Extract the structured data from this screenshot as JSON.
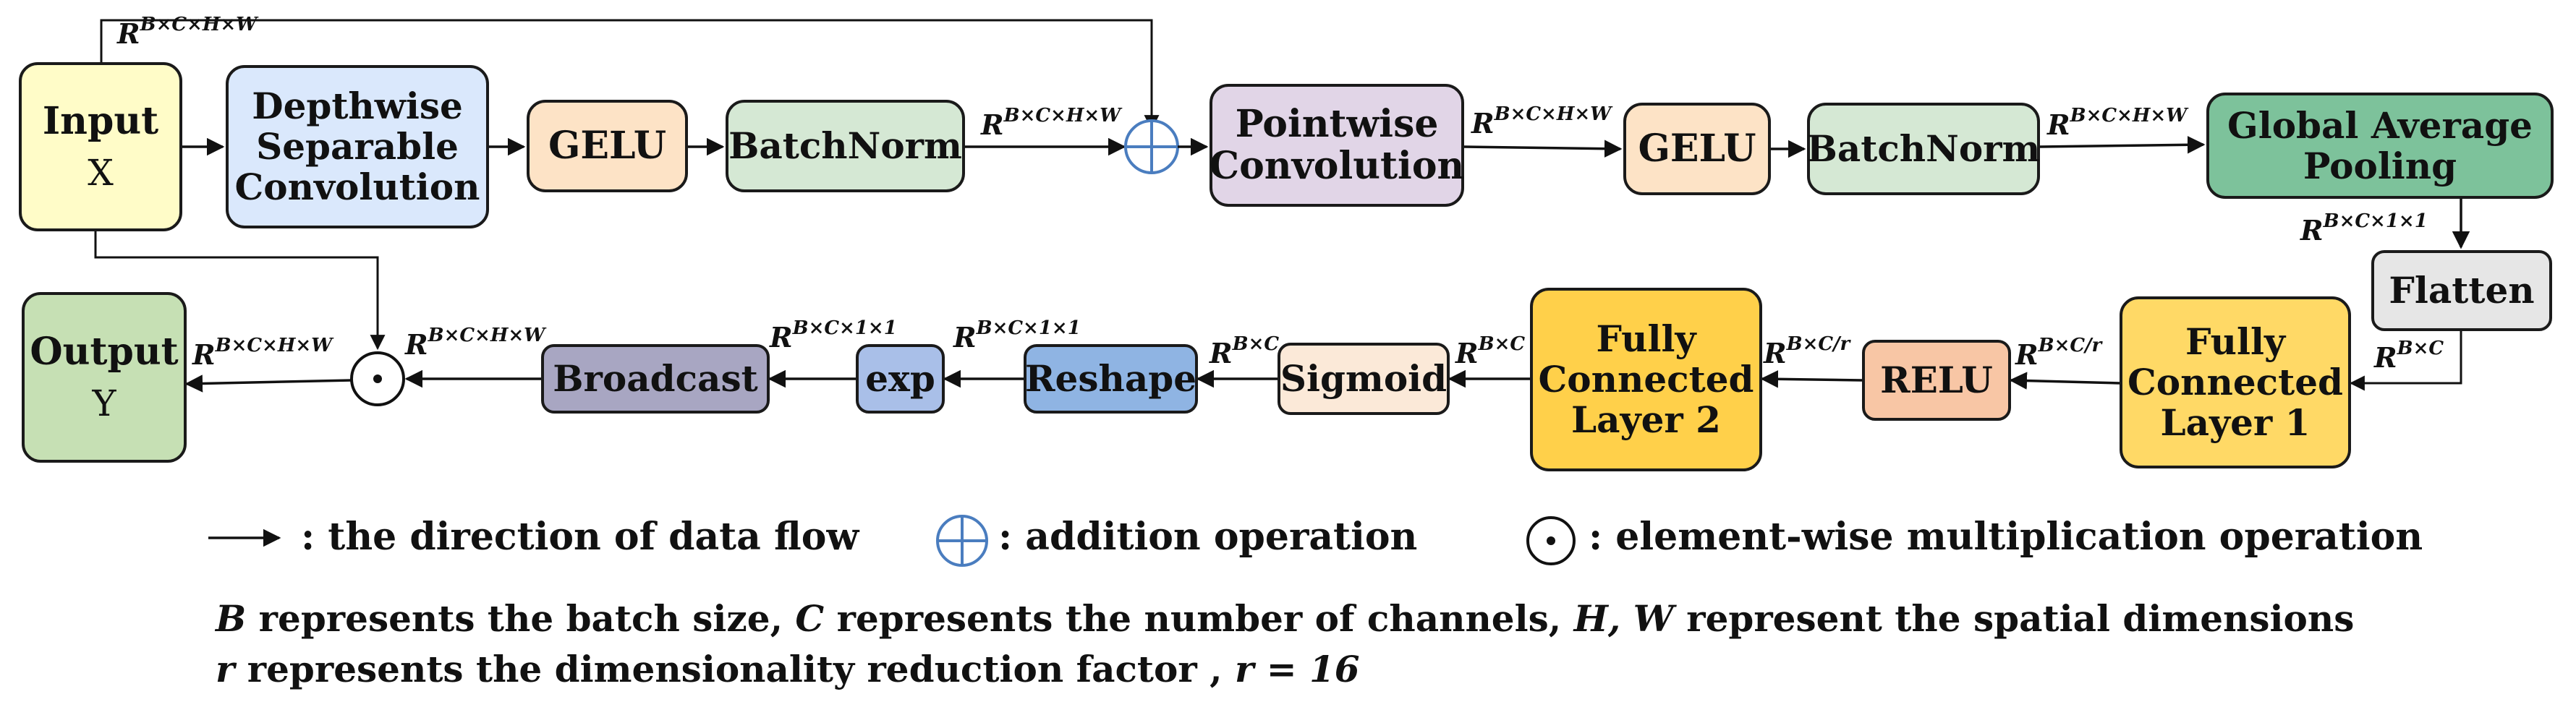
{
  "colors": {
    "input": "#fffcc8",
    "depthwise": "#dae8fc",
    "gelu": "#fde3c6",
    "batchnorm": "#d5e8d4",
    "pointwise": "#e1d5e7",
    "gap": "#7dc29b",
    "flatten": "#e6e6e6",
    "fc": "#ffd966",
    "fc2": "#ffd04a",
    "relu": "#f8c6a5",
    "sigmoid": "#fbe9d8",
    "reshape": "#8fb4e3",
    "exp": "#a9bfe8",
    "broadcast": "#a8a6c2",
    "output": "#c6e0b4",
    "plus": "#4a7dbf"
  },
  "blocks": {
    "input": {
      "label": "Input",
      "symbol": "X"
    },
    "depthwise": {
      "label": "Depthwise\nSeparable\nConvolution"
    },
    "gelu1": {
      "label": "GELU"
    },
    "batchnorm1": {
      "label": "BatchNorm"
    },
    "pointwise": {
      "label": "Pointwise\nConvolution"
    },
    "gelu2": {
      "label": "GELU"
    },
    "batchnorm2": {
      "label": "BatchNorm"
    },
    "gap": {
      "label": "Global Average\nPooling"
    },
    "flatten": {
      "label": "Flatten"
    },
    "fc1": {
      "label": "Fully\nConnected\nLayer 1"
    },
    "relu": {
      "label": "RELU"
    },
    "fc2": {
      "label": "Fully\nConnected\nLayer 2"
    },
    "sigmoid": {
      "label": "Sigmoid"
    },
    "reshape": {
      "label": "Reshape"
    },
    "exp": {
      "label": "exp"
    },
    "broadcast": {
      "label": "Broadcast"
    },
    "output": {
      "label": "Output",
      "symbol": "Y"
    }
  },
  "dims": {
    "skip": {
      "base": "R",
      "sup": "B×C×H×W"
    },
    "after_batchnorm1": {
      "base": "R",
      "sup": "B×C×H×W"
    },
    "after_pointwise": {
      "base": "R",
      "sup": "B×C×H×W"
    },
    "after_batchnorm2": {
      "base": "R",
      "sup": "B×C×H×W"
    },
    "after_gap": {
      "base": "R",
      "sup": "B×C×1×1"
    },
    "after_flatten": {
      "base": "R",
      "sup": "B×C"
    },
    "after_fc1": {
      "base": "R",
      "sup": "B×C/r"
    },
    "after_relu": {
      "base": "R",
      "sup": "B×C/r"
    },
    "after_fc2": {
      "base": "R",
      "sup": "B×C"
    },
    "after_sigmoid": {
      "base": "R",
      "sup": "B×C"
    },
    "after_reshape": {
      "base": "R",
      "sup": "B×C×1×1"
    },
    "after_exp": {
      "base": "R",
      "sup": "B×C×1×1"
    },
    "after_broadcast": {
      "base": "R",
      "sup": "B×C×H×W"
    },
    "after_multiply": {
      "base": "R",
      "sup": "B×C×H×W"
    }
  },
  "legend": {
    "arrow_text": ": the direction of data flow",
    "add_text": ": addition operation",
    "mul_text": ": element-wise multiplication operation"
  },
  "notes": {
    "line1": {
      "b": "B",
      "t1": " represents the batch size, ",
      "c": "C",
      "t2": " represents the number of channels, ",
      "hw": "H, W",
      "t3": " represent the spatial dimensions"
    },
    "line2": {
      "r": "r",
      "t1": " represents the dimensionality reduction factor ,  ",
      "eq": "r = 16"
    }
  }
}
